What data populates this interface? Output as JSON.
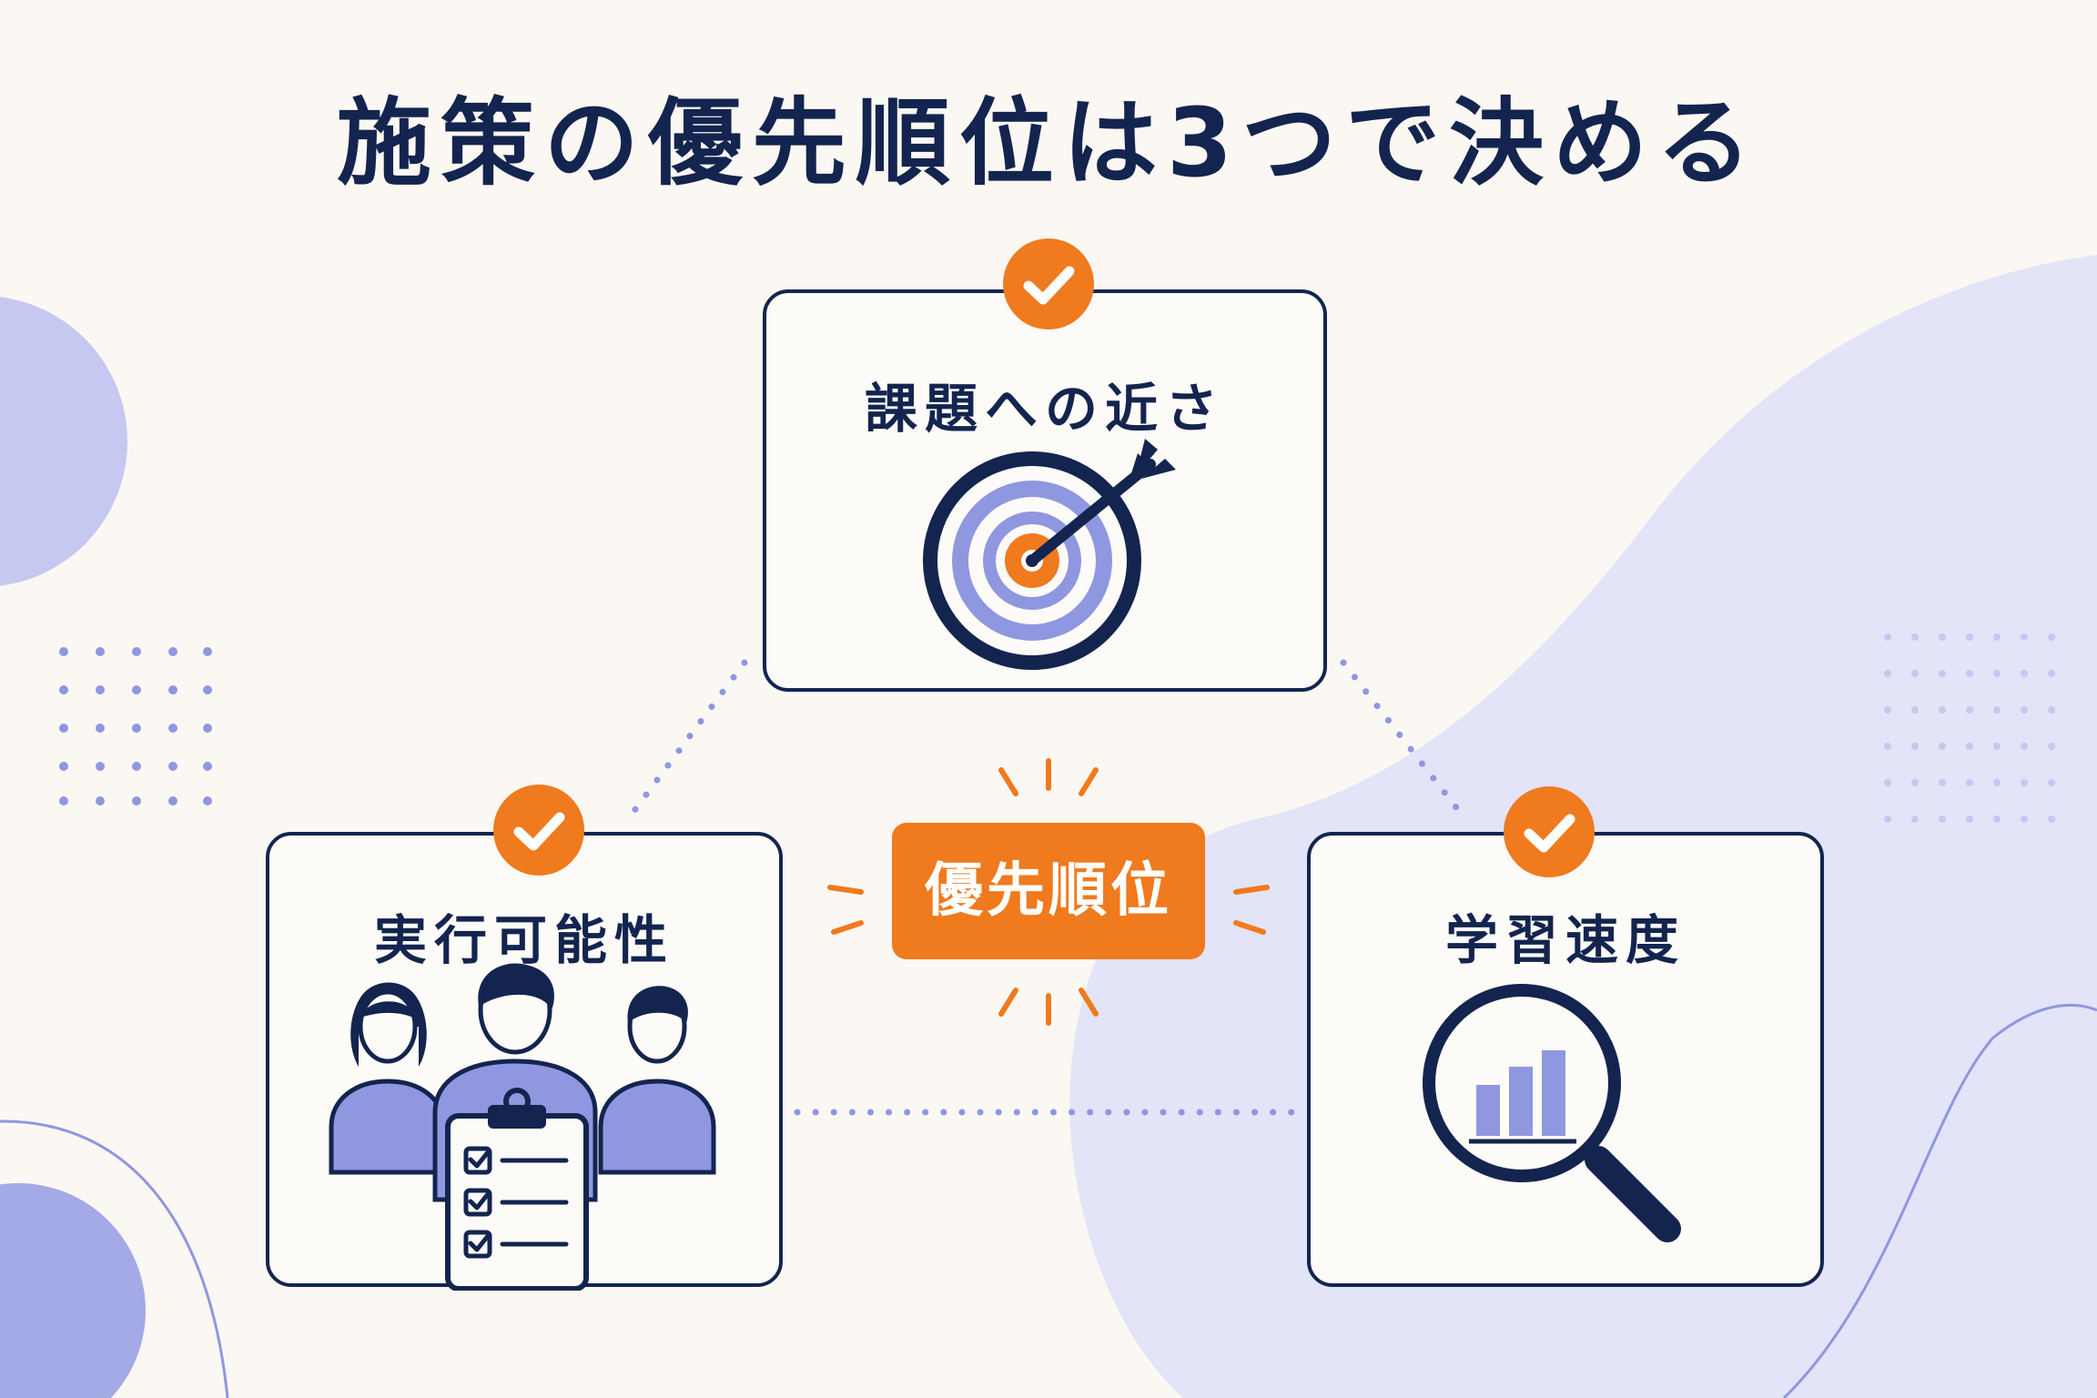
{
  "title": "施策の優先順位は3つで決める",
  "center": {
    "label": "優先順位"
  },
  "cards": [
    {
      "id": "top",
      "label": "課題への近さ",
      "icon": "target-icon"
    },
    {
      "id": "left",
      "label": "実行可能性",
      "icon": "team-checklist-icon"
    },
    {
      "id": "right",
      "label": "学習速度",
      "icon": "magnifier-chart-icon"
    }
  ],
  "colors": {
    "navy": "#13244f",
    "orange": "#f07a1e",
    "periwinkle": "#8f97e0",
    "lavender": "#e3e4f7",
    "background": "#fbf8f3"
  }
}
